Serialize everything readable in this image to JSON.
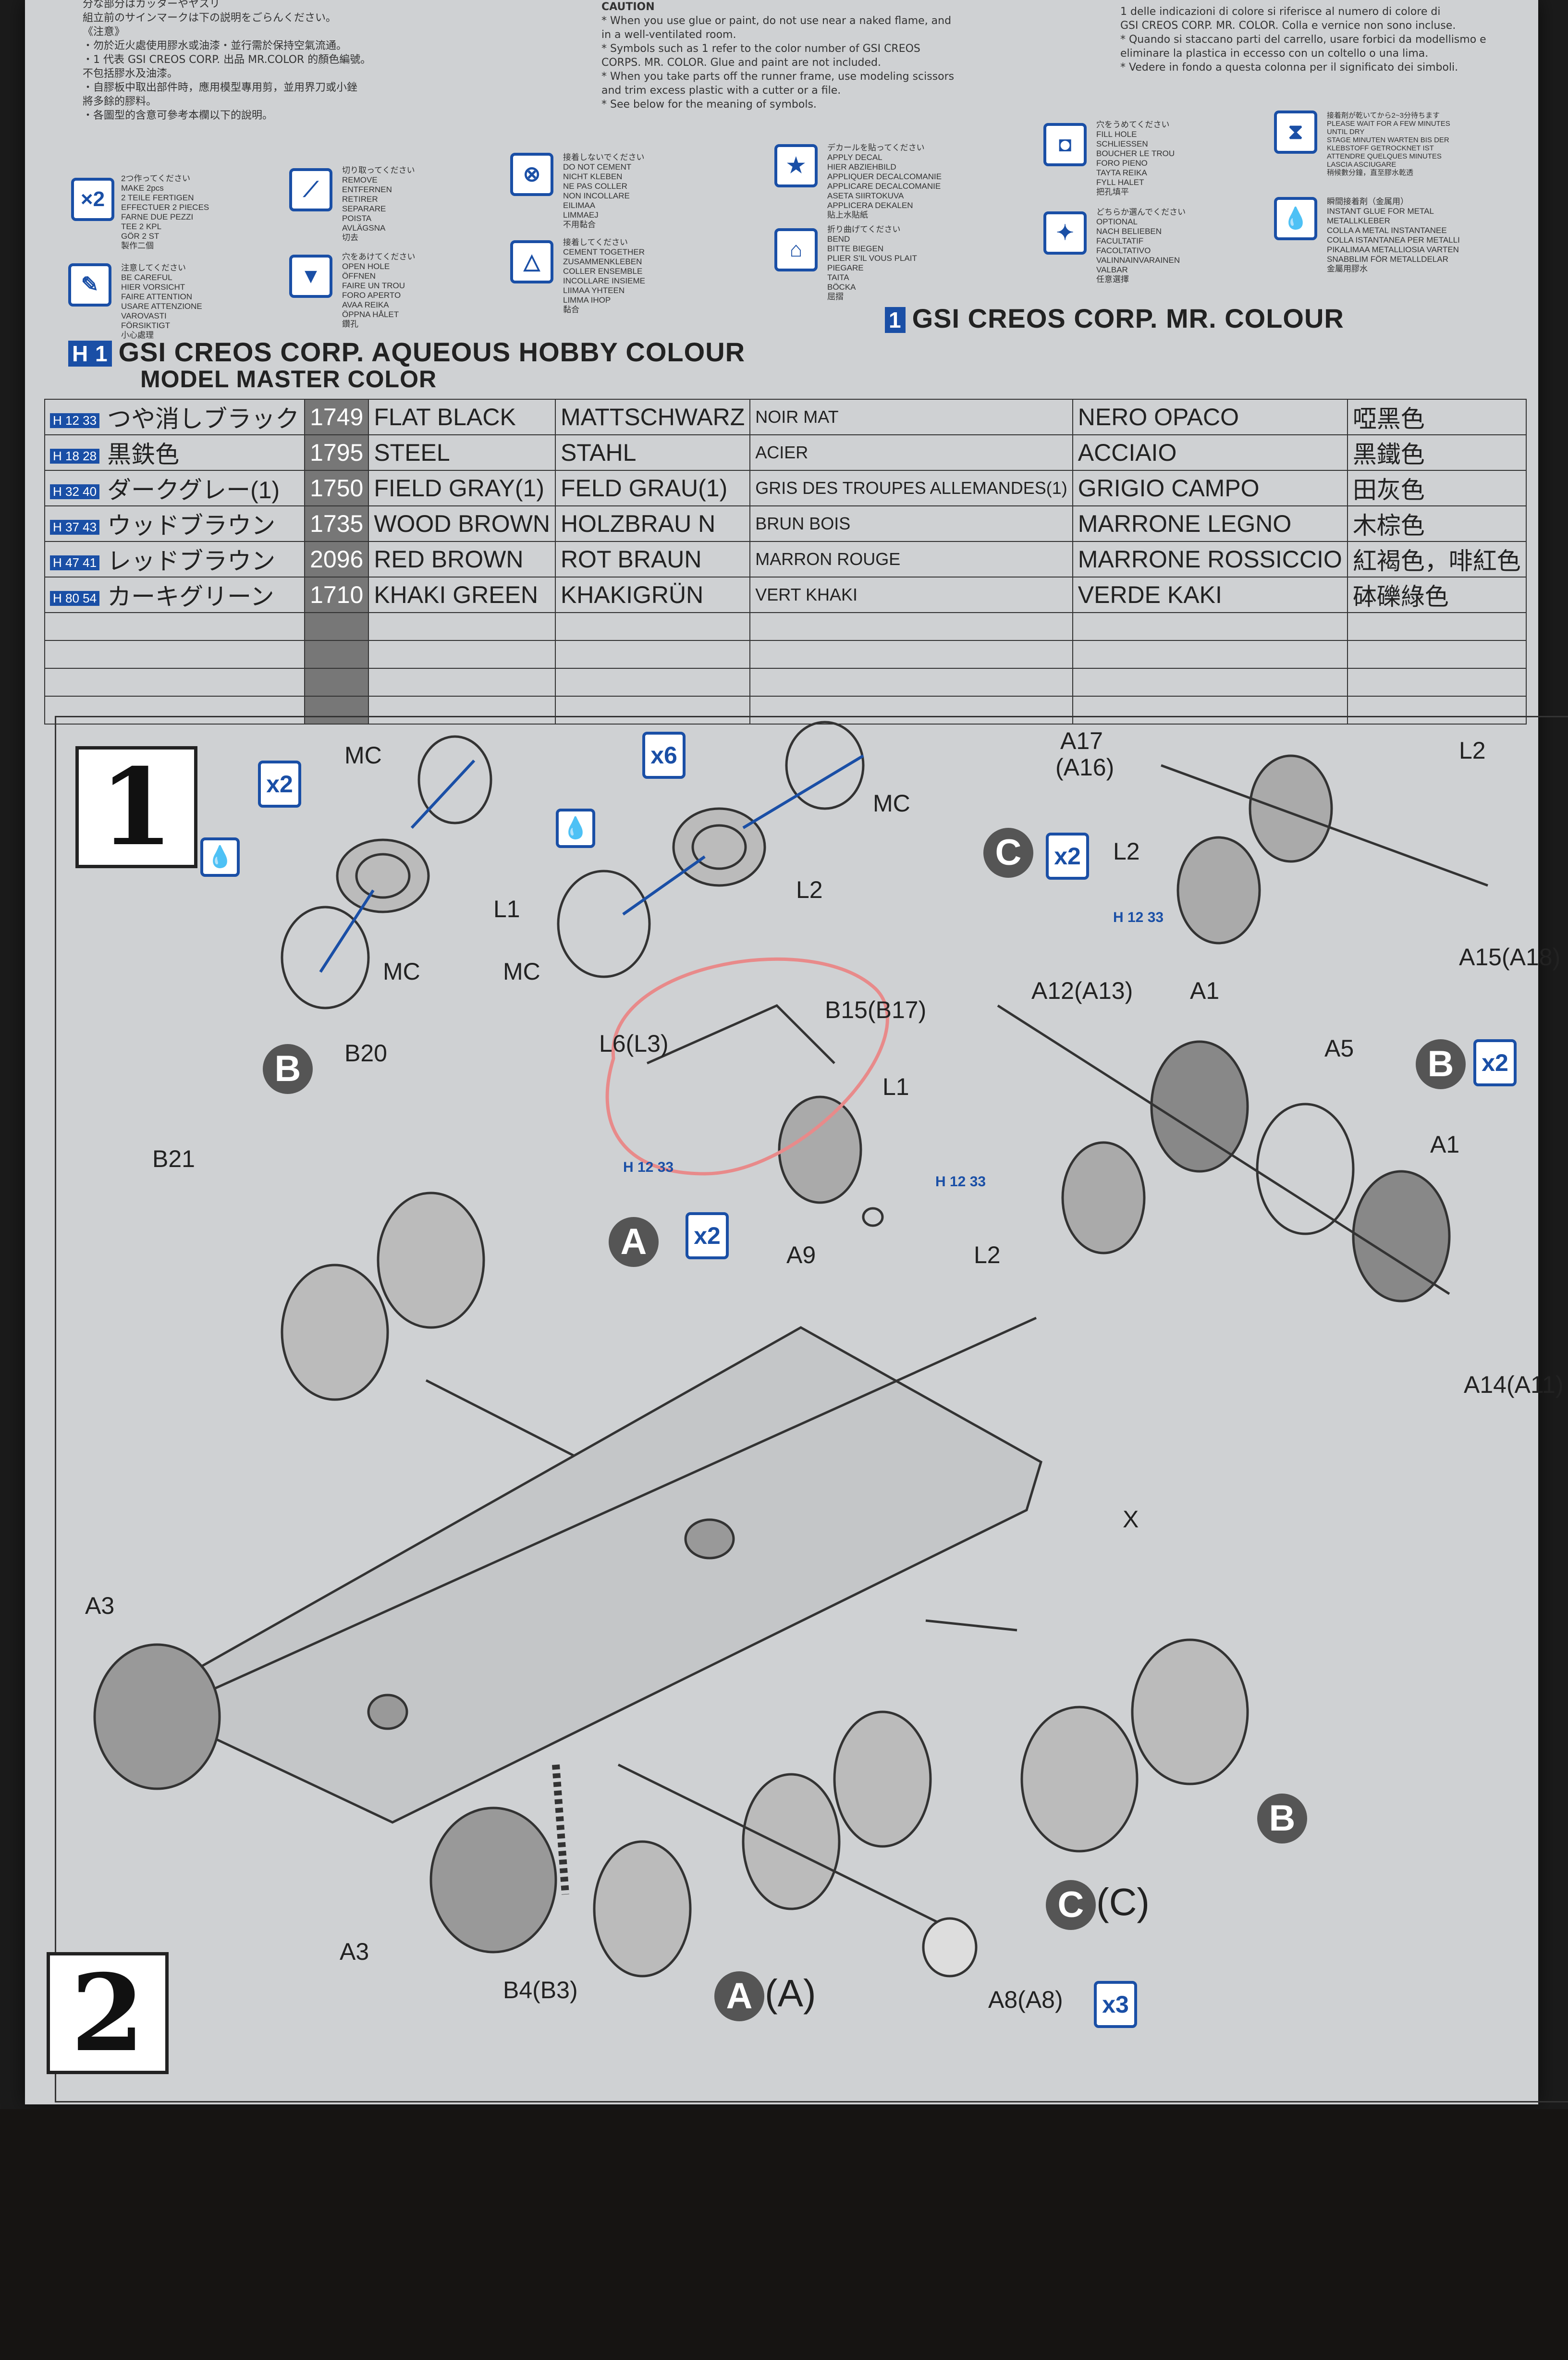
{
  "instructions": {
    "jp_lines": [
      "分な部分はカッターやヤスリ",
      "組立前のサインマークは下の説明をごらんください。",
      "《注意》",
      "・勿於近火處使用膠水或油漆・並行需於保持空氣流通。",
      "・1 代表 GSI CREOS CORP. 出品 MR.COLOR 的顏色編號。",
      "不包括膠水及油漆。",
      "・自膠板中取出部件時，應用模型專用剪，並用界刀或小銼",
      "將多餘的膠料。",
      "・各圖型的含意可參考本欄以下的說明。"
    ],
    "caution_title": "CAUTION",
    "en_lines": [
      "* When you use glue or paint, do not use near a naked flame, and",
      "in a well-ventilated room.",
      "* Symbols such as 1 refer to the color number of GSI CREOS",
      "CORPS. MR. COLOR. Glue and paint are not included.",
      "* When you take parts off the runner frame, use modeling scissors",
      "and trim excess plastic with a cutter or a file.",
      "* See below for the meaning of symbols."
    ],
    "it_lines": [
      "1 delle indicazioni di colore si riferisce al numero di colore di",
      "GSI CREOS CORP. MR. COLOR. Colla e vernice non sono incluse.",
      "* Quando si staccano parti del carrello, usare forbici da modellismo e",
      "eliminare la plastica in eccesso con un coltello o una lima.",
      "* Vedere in fondo a questa colonna per il significato dei simboli."
    ]
  },
  "symbols": [
    {
      "icon": "x2-icon",
      "text": "2つ作ってください\nMAKE 2pcs\n2 TEILE FERTIGEN\nEFFECTUER 2 PIECES\nFARNE DUE PEZZI\nTEE 2 KPL\nGÖR 2 ST\n製作二個"
    },
    {
      "icon": "knife-icon",
      "text": "切り取ってください\nREMOVE\nENTFERNEN\nRETIRER\nSEPARARE\nPOISTA\nAVLÄGSNA\n切去"
    },
    {
      "icon": "no-glue-icon",
      "text": "接着しないでください\nDO NOT CEMENT\nNICHT KLEBEN\nNE PAS COLLER\nNON INCOLLARE\nEILIMAA\nLIMMAEJ\n不用黏合"
    },
    {
      "icon": "star-icon",
      "text": "デカールを貼ってください\nAPPLY DECAL\nHIER ABZIEHBILD\nAPPLIQUER DECALCOMANIE\nAPPLICARE DECALCOMANIE\nASETA SIIRTOKUVA\nAPPLICERA DEKALEN\n貼上水貼紙"
    },
    {
      "icon": "fill-hole-icon",
      "text": "穴をうめてください\nFILL HOLE\nSCHLIESSEN\nBOUCHER LE TROU\nFORO PIENO\nTAYTA REIKA\nFYLL HALET\n把孔填平"
    },
    {
      "icon": "hourglass-icon",
      "text": "接着剤が乾いてから2~3分待ちます\nPLEASE WAIT FOR A FEW MINUTES UNTIL DRY\nSTAGE MINUTEN WARTEN BIS DER KLEBSTOFF GETROCKNET IST\nATTENDRE QUELQUES MINUTES\nLASCIA ASCIUGARE\n稍候數分鐘，直至膠水乾透"
    },
    {
      "icon": "careful-icon",
      "text": "注意してください\nBE CAREFUL\nHIER VORSICHT\nFAIRE ATTENTION\nUSARE ATTENZIONE\nVAROVASTI\nFÖRSIKTIGT\n小心處理"
    },
    {
      "icon": "open-hole-icon",
      "text": "穴をあけてください\nOPEN HOLE\nÖFFNEN\nFAIRE UN TROU\nFORO APERTO\nAVAA REIKA\nÖPPNA HÅLET\n鑽孔"
    },
    {
      "icon": "glue-icon",
      "text": "接着してください\nCEMENT TOGETHER\nZUSAMMENKLEBEN\nCOLLER ENSEMBLE\nINCOLLARE INSIEME\nLIIMAA YHTEEN\nLIMMA IHOP\n黏合"
    },
    {
      "icon": "bend-icon",
      "text": "折り曲げてください\nBEND\nBITTE BIEGEN\nPLIER S'IL VOUS PLAIT\nPIEGARE\nTAITA\nBÖCKA\n屈摺"
    },
    {
      "icon": "optional-icon",
      "text": "どちらか選んでください\nOPTIONAL\nNACH BELIEBEN\nFACULTATIF\nFACOLTATIVO\nVALINNAINVARAINEN\nVALBAR\n任意選擇"
    },
    {
      "icon": "metal-glue-icon",
      "text": "瞬間接着剤（金属用）\nINSTANT GLUE FOR METAL\nMETALLKLEBER\nCOLLA A METAL INSTANTANEE\nCOLLA ISTANTANEA PER METALLI\nPIKALIMAA METALLIOSIA VARTEN\nSNABBLIM FÖR METALLDELAR\n金屬用膠水"
    }
  ],
  "color_table": {
    "brand_left_badge": "H 1",
    "brand_left": "GSI CREOS CORP. AQUEOUS HOBBY COLOUR",
    "brand_right_badge": "1",
    "brand_right": "GSI CREOS CORP. MR. COLOUR",
    "brand_sub": "MODEL MASTER COLOR",
    "rows": [
      {
        "hcode": "H 12 33",
        "jp": "つや消しブラック",
        "code": "1749",
        "en": "FLAT BLACK",
        "de": "MATTSCHWARZ",
        "fr": "NOIR MAT",
        "it": "NERO OPACO",
        "zh": "啞黑色"
      },
      {
        "hcode": "H 18 28",
        "jp": "黒鉄色",
        "code": "1795",
        "en": "STEEL",
        "de": "STAHL",
        "fr": "ACIER",
        "it": "ACCIAIO",
        "zh": "黑鐵色"
      },
      {
        "hcode": "H 32 40",
        "jp": "ダークグレー(1)",
        "code": "1750",
        "en": "FIELD GRAY(1)",
        "de": "FELD GRAU(1)",
        "fr": "GRIS DES TROUPES ALLEMANDES(1)",
        "it": "GRIGIO CAMPO",
        "zh": "田灰色"
      },
      {
        "hcode": "H 37 43",
        "jp": "ウッドブラウン",
        "code": "1735",
        "en": "WOOD BROWN",
        "de": "HOLZBRAU N",
        "fr": "BRUN BOIS",
        "it": "MARRONE LEGNO",
        "zh": "木棕色"
      },
      {
        "hcode": "H 47 41",
        "jp": "レッドブラウン",
        "code": "2096",
        "en": "RED BROWN",
        "de": "ROT BRAUN",
        "fr": "MARRON ROUGE",
        "it": "MARRONE ROSSICCIO",
        "zh": "紅褐色，啡紅色"
      },
      {
        "hcode": "H 80 54",
        "jp": "カーキグリーン",
        "code": "1710",
        "en": "KHAKI GREEN",
        "de": "KHAKIGRÜN",
        "fr": "VERT KHAKI",
        "it": "VERDE KAKI",
        "zh": "砵礫綠色"
      }
    ],
    "empty_rows": 4
  },
  "step1": {
    "number": "1",
    "labels": {
      "mc": "MC",
      "l1": "L1",
      "l2": "L2",
      "l6": "L6(L3)",
      "b15": "B15(B17)",
      "a9": "A9",
      "a17": "A17",
      "a16": "(A16)",
      "a15": "A15(A18)",
      "a12": "A12(A13)",
      "a1": "A1",
      "a5": "A5",
      "a14": "A14(A11)",
      "b20": "B20",
      "b21": "B21",
      "a3": "A3",
      "b4": "B4(B3)",
      "a8": "A8(A8)",
      "x": "X"
    },
    "badges": {
      "x2": "x2",
      "x6": "x6",
      "x3": "x3"
    },
    "assembly_letters": {
      "a": "A",
      "b": "B",
      "c": "C",
      "a_paren": "(A)",
      "c_paren": "(C)"
    },
    "paint_code": "H 12 33"
  },
  "step2": {
    "number": "2"
  },
  "colors": {
    "accent": "#1a4fa6",
    "paper": "#cfd1d3",
    "highlight": "#e88a8a",
    "ink": "#222222"
  }
}
